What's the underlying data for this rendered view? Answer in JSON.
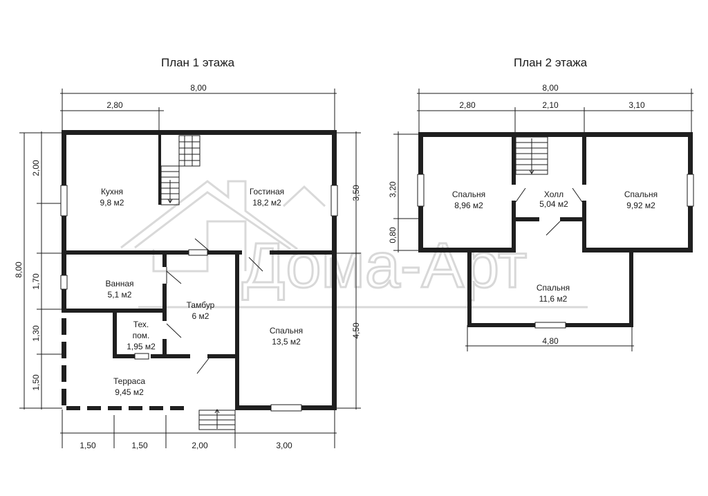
{
  "titles": {
    "floor1": "План 1 этажа",
    "floor2": "План 2 этажа"
  },
  "watermark": "Дома-Арт",
  "floor1": {
    "rooms": [
      {
        "name": "Кухня",
        "area": "9,8 м2"
      },
      {
        "name": "Гостиная",
        "area": "18,2 м2"
      },
      {
        "name": "Ванная",
        "area": "5,1 м2"
      },
      {
        "name": "Тамбур",
        "area": "6 м2"
      },
      {
        "name": "Спальня",
        "area": "13,5 м2"
      },
      {
        "name": "Тех.",
        "name2": "пом.",
        "area": "1,95 м2"
      },
      {
        "name": "Терраса",
        "area": "9,45 м2"
      }
    ],
    "dims": {
      "top_total": "8,00",
      "top_left": "2,80",
      "left_total": "8,00",
      "left_1": "2,00",
      "left_2": "1,70",
      "left_3": "1,30",
      "left_4": "1,50",
      "right_1": "3,50",
      "right_2": "4,50",
      "bottom_1": "1,50",
      "bottom_2": "1,50",
      "bottom_3": "2,00",
      "bottom_4": "3,00"
    }
  },
  "floor2": {
    "rooms": [
      {
        "name": "Спальня",
        "area": "8,96 м2"
      },
      {
        "name": "Холл",
        "area": "5,04 м2"
      },
      {
        "name": "Спальня",
        "area": "9,92 м2"
      },
      {
        "name": "Спальня",
        "area": "11,6 м2"
      }
    ],
    "dims": {
      "top_total": "8,00",
      "top_1": "2,80",
      "top_2": "2,10",
      "top_3": "3,10",
      "left_1": "3,20",
      "left_2": "0,80",
      "bottom": "4,80"
    }
  }
}
